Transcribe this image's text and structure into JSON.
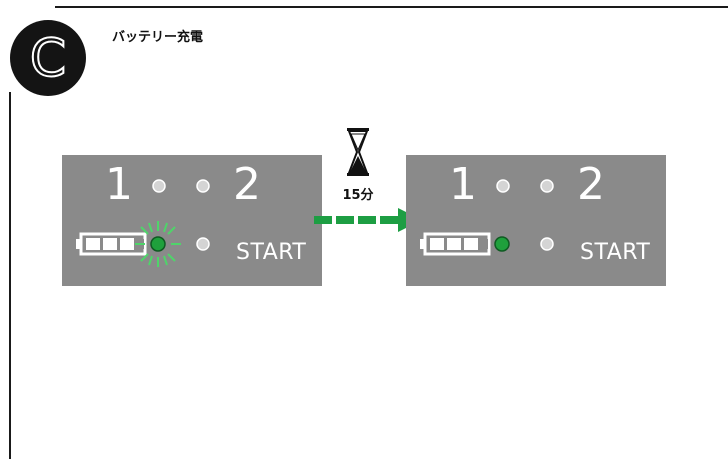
{
  "section": {
    "letter": "C",
    "title": "バッテリー充電"
  },
  "panel_before": {
    "slot1": "1",
    "slot2": "2",
    "start_label": "START",
    "charge_led": "blinking"
  },
  "panel_after": {
    "slot1": "1",
    "slot2": "2",
    "start_label": "START",
    "charge_led": "steady"
  },
  "timer": {
    "label": "15分",
    "icon": "hourglass-icon"
  },
  "arrow": {
    "icon": "dashed-arrow-icon"
  },
  "colors": {
    "led_green": "#1fa03c",
    "led_gray": "#d4d4d4",
    "panel": "#8a8a8a",
    "arrow": "#1d9e43",
    "glow": "#4fd46a"
  }
}
